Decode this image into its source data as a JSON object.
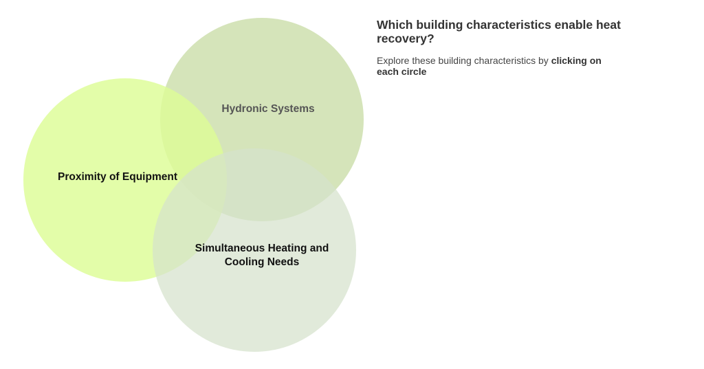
{
  "heading": {
    "title": "Which building characteristics enable heat recovery?",
    "instruction_prefix": "Explore these building characteristics by ",
    "instruction_emphasis": "clicking on each circle"
  },
  "circles": {
    "hydronic": {
      "label": "Hydronic Systems",
      "color": "#cfe0b0",
      "text_color": "#555555"
    },
    "proximity": {
      "label": "Proximity of Equipment",
      "color": "#ddfc96",
      "text_color": "#111111"
    },
    "simultaneous": {
      "label_line1": "Simultaneous Heating and",
      "label_line2": "Cooling Needs",
      "color": "#d5e2cc",
      "text_color": "#111111"
    }
  }
}
